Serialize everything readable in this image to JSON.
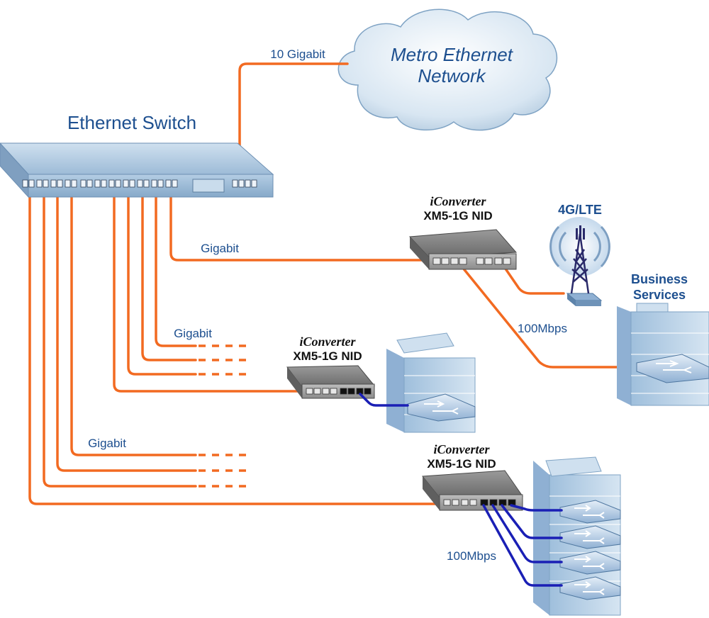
{
  "cloud": {
    "line1": "Metro Ethernet",
    "line2": "Network"
  },
  "switch": {
    "title": "Ethernet Switch"
  },
  "links": {
    "uplink": "10 Gigabit",
    "gigabit_1": "Gigabit",
    "gigabit_2": "Gigabit",
    "gigabit_3": "Gigabit",
    "fast_1": "100Mbps",
    "fast_2": "100Mbps"
  },
  "nid_top": {
    "brand": "iConverter",
    "model": "XM5-1G NID"
  },
  "nid_mid": {
    "brand": "iConverter",
    "model": "XM5-1G NID"
  },
  "nid_bottom": {
    "brand": "iConverter",
    "model": "XM5-1G NID"
  },
  "tower": {
    "label": "4G/LTE"
  },
  "business": {
    "line1": "Business",
    "line2": "Services"
  },
  "colors": {
    "fiber": "#f26a21",
    "copper": "#1a1fb5",
    "label": "#1d4f8f"
  }
}
